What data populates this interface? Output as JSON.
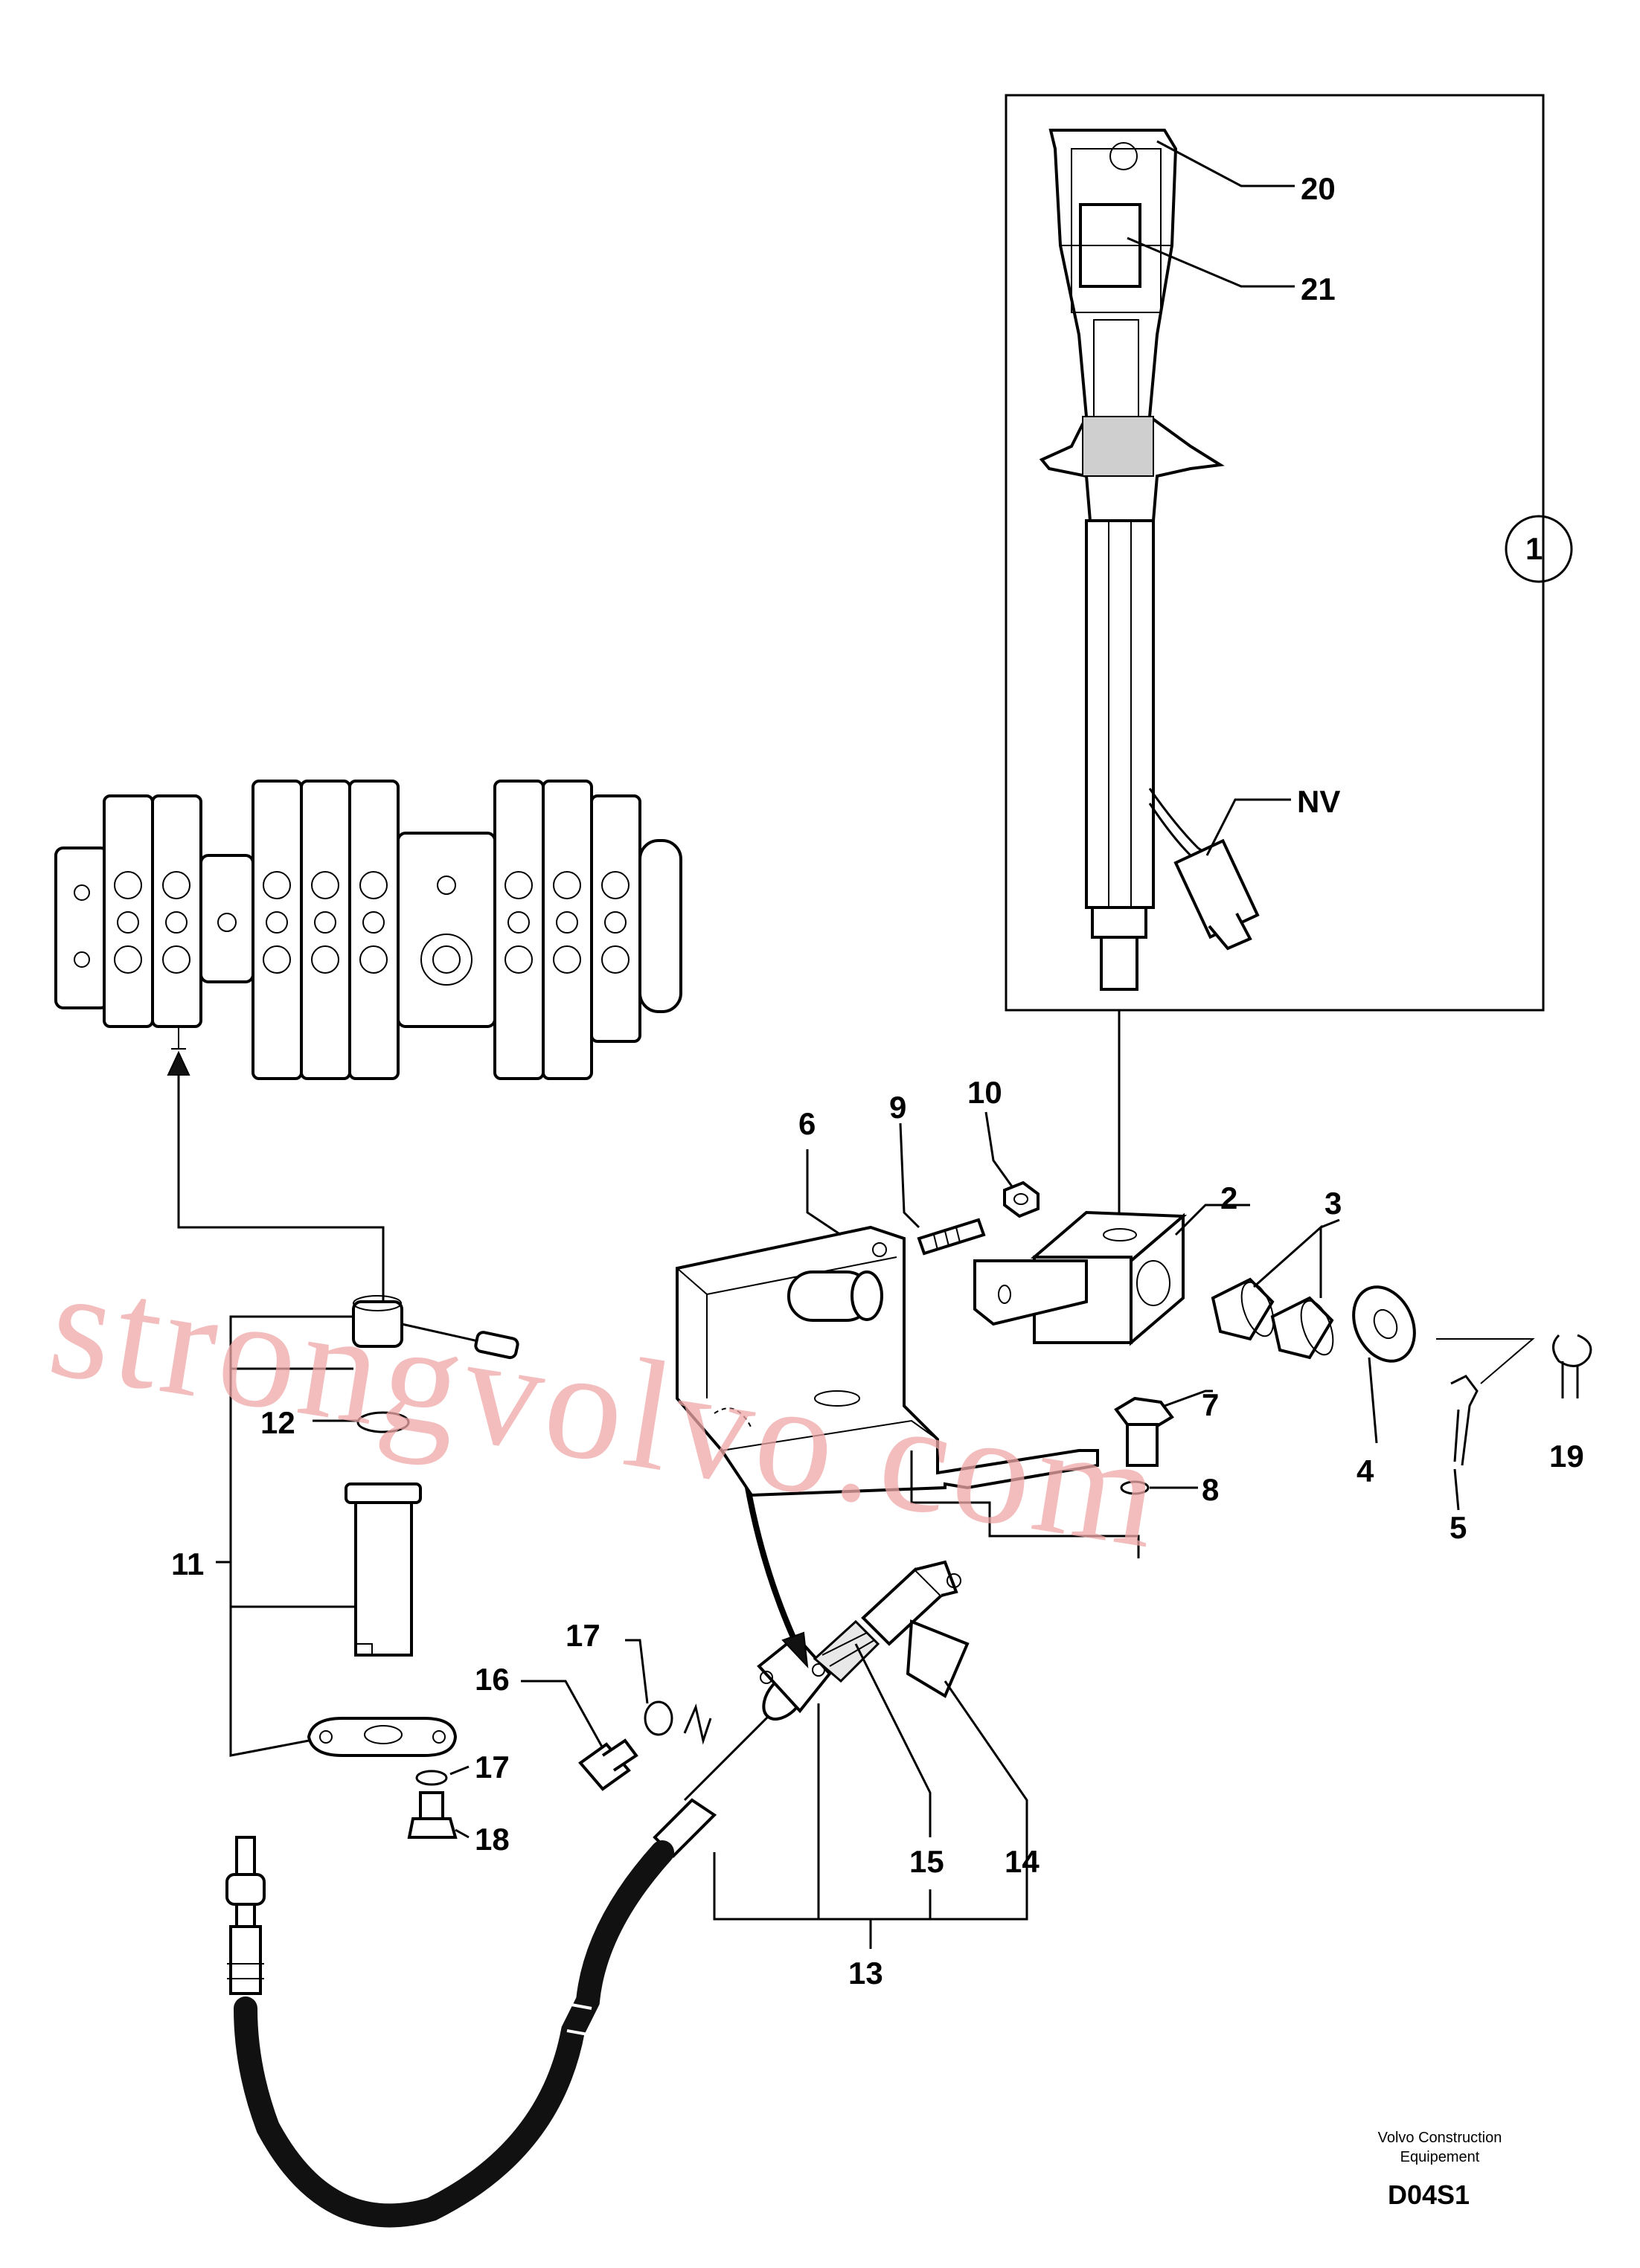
{
  "callouts": {
    "c1": "1",
    "c2": "2",
    "c3": "3",
    "c4": "4",
    "c5": "5",
    "c6": "6",
    "c7": "7",
    "c8": "8",
    "c9": "9",
    "c10": "10",
    "c11": "11",
    "c12": "12",
    "c13": "13",
    "c14": "14",
    "c15": "15",
    "c16": "16",
    "c17a": "17",
    "c17b": "17",
    "c18": "18",
    "c19": "19",
    "c20": "20",
    "c21": "21",
    "cnv": "NV"
  },
  "footer": {
    "brand_line1": "Volvo Construction",
    "brand_line2": "Equipement",
    "drawing_code": "D04S1"
  },
  "watermark": "strongvolvo.com",
  "colors": {
    "line": "#000000",
    "watermark": "#f0a8a8",
    "background": "#ffffff"
  }
}
